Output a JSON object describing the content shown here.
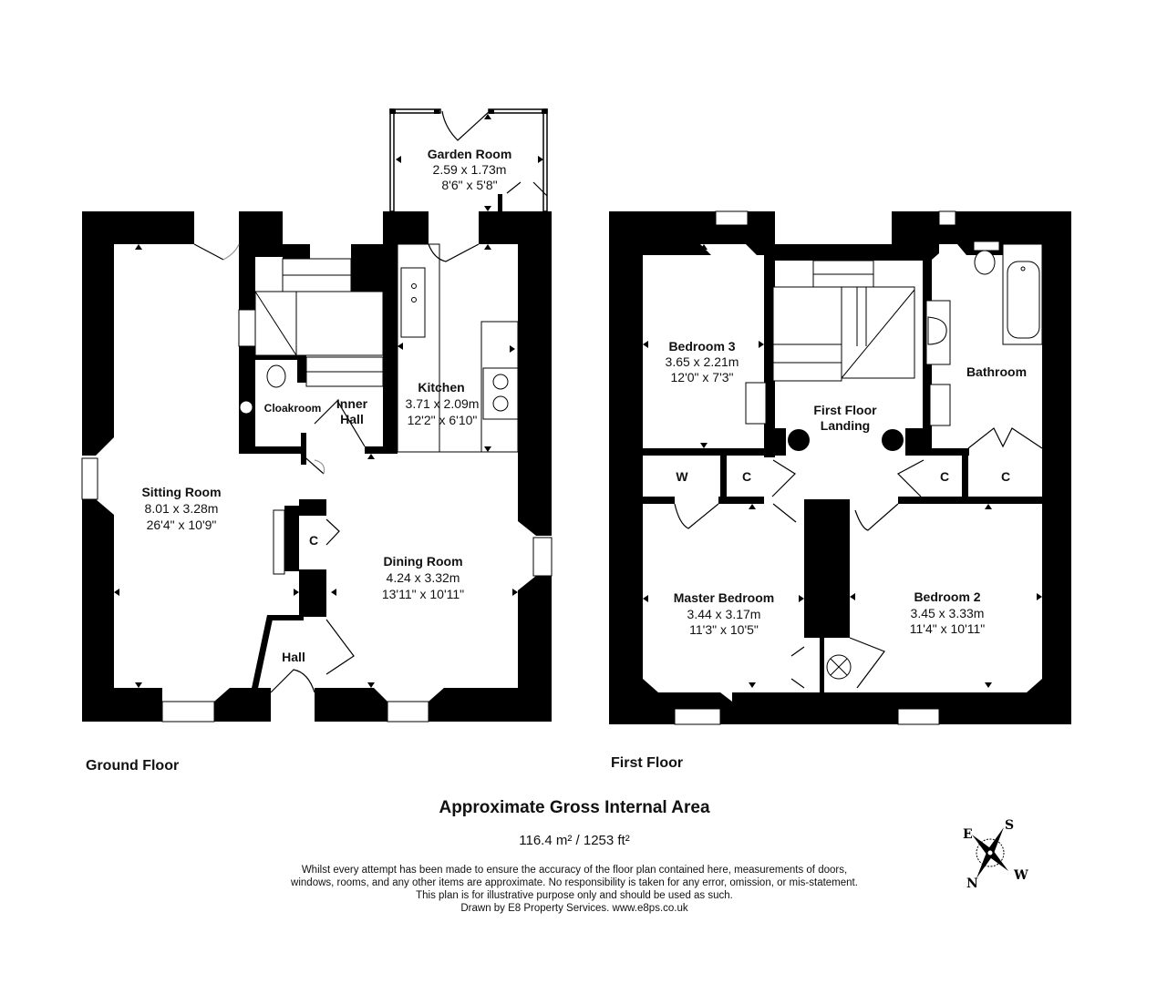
{
  "ground_floor": {
    "label": "Ground Floor",
    "rooms": {
      "garden_room": {
        "name": "Garden Room",
        "metric": "2.59 x 1.73m",
        "imperial": "8'6\" x 5'8\""
      },
      "kitchen": {
        "name": "Kitchen",
        "metric": "3.71 x 2.09m",
        "imperial": "12'2\" x 6'10\""
      },
      "cloakroom": {
        "name": "Cloakroom"
      },
      "inner_hall": {
        "name_1": "Inner",
        "name_2": "Hall"
      },
      "sitting_room": {
        "name": "Sitting Room",
        "metric": "8.01 x 3.28m",
        "imperial": "26'4\" x 10'9\""
      },
      "dining_room": {
        "name": "Dining Room",
        "metric": "4.24 x 3.32m",
        "imperial": "13'11\" x 10'11\""
      },
      "cupboard": {
        "name": "C"
      },
      "hall": {
        "name": "Hall"
      }
    }
  },
  "first_floor": {
    "label": "First Floor",
    "rooms": {
      "bedroom_3": {
        "name": "Bedroom 3",
        "metric": "3.65 x 2.21m",
        "imperial": "12'0\" x 7'3\""
      },
      "landing": {
        "name_1": "First Floor",
        "name_2": "Landing"
      },
      "bathroom": {
        "name": "Bathroom"
      },
      "wardrobe": {
        "name": "W"
      },
      "cupboard_1": {
        "name": "C"
      },
      "cupboard_2": {
        "name": "C"
      },
      "cupboard_3": {
        "name": "C"
      },
      "master_bedroom": {
        "name": "Master Bedroom",
        "metric": "3.44 x 3.17m",
        "imperial": "11'3\" x 10'5\""
      },
      "bedroom_2": {
        "name": "Bedroom 2",
        "metric": "3.45 x 3.33m",
        "imperial": "11'4\" x 10'11\""
      }
    }
  },
  "footer": {
    "title": "Approximate Gross Internal Area",
    "area": "116.4 m² / 1253 ft²",
    "disclaimer": [
      "Whilst every attempt has been made to ensure the accuracy of the floor plan contained here, measurements of doors,",
      "windows, rooms, and any other items are approximate. No responsibility is taken for any error, omission, or mis-statement.",
      "This plan is for illustrative purpose only and should be used as such.",
      "Drawn by E8 Property Services. www.e8ps.co.uk"
    ]
  },
  "compass": {
    "icon": "compass-rose-icon",
    "e": "E",
    "s": "S",
    "w": "W",
    "n": "N"
  },
  "colors": {
    "wall": "#000000",
    "background": "#ffffff"
  }
}
